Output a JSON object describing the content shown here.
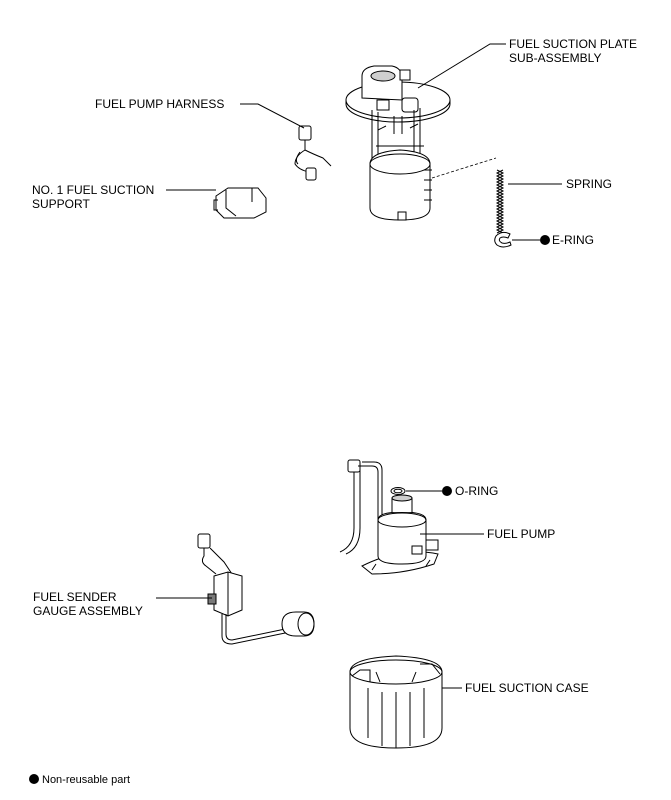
{
  "labels": {
    "fuel_suction_plate_line1": "FUEL SUCTION PLATE",
    "fuel_suction_plate_line2": "SUB-ASSEMBLY",
    "fuel_pump_harness": "FUEL PUMP HARNESS",
    "no1_fuel_suction_support_line1": "NO. 1 FUEL SUCTION",
    "no1_fuel_suction_support_line2": "SUPPORT",
    "spring": "SPRING",
    "e_ring": "E-RING",
    "o_ring": "O-RING",
    "fuel_pump": "FUEL PUMP",
    "fuel_sender_gauge_line1": "FUEL SENDER",
    "fuel_sender_gauge_line2": "GAUGE ASSEMBLY",
    "fuel_suction_case": "FUEL SUCTION CASE"
  },
  "legend": {
    "non_reusable": "Non-reusable part"
  }
}
